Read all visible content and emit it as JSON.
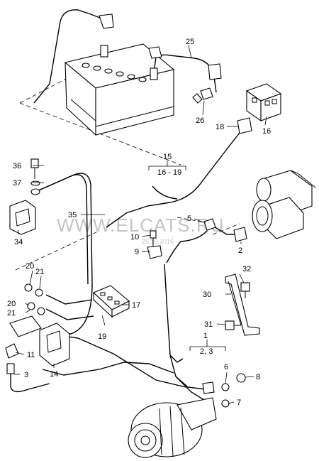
{
  "watermark": {
    "text": "WWW.ELCATS.RU",
    "date": "25.10.2016"
  },
  "callouts": {
    "c1": "1",
    "c2": "2",
    "c2_3": "2,  3",
    "c3": "3",
    "c6": "6",
    "c7": "7",
    "c8": "8",
    "c9": "9",
    "c10": "10",
    "c11": "11",
    "c14": "14",
    "c15": "15",
    "c16": "16",
    "c16_19": "16 - 19",
    "c17": "17",
    "c18": "18",
    "c19": "19",
    "c20a": "20",
    "c20b": "20",
    "c21a": "21",
    "c21b": "21",
    "c25": "25",
    "c26": "26",
    "c30": "30",
    "c31": "31",
    "c32": "32",
    "c34": "34",
    "c35": "35",
    "c36": "36",
    "c37": "37",
    "c5": "5"
  }
}
